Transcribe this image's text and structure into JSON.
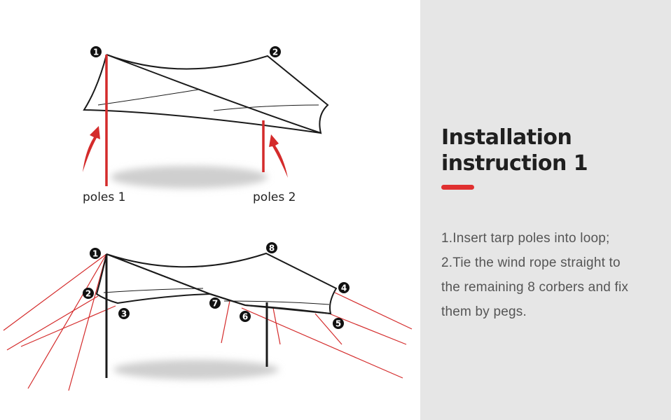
{
  "diagram": {
    "top_labels": {
      "pole1": "poles 1",
      "pole2": "poles 2"
    },
    "top_markers": [
      "1",
      "2"
    ],
    "bottom_markers": [
      "1",
      "2",
      "3",
      "4",
      "5",
      "6",
      "7",
      "8"
    ],
    "colors": {
      "pole": "#d42b2b",
      "rope": "#d42b2b",
      "outline": "#1a1a1a",
      "shadow": "#d0d0d0"
    }
  },
  "panel": {
    "heading_line1": "Installation",
    "heading_line2": "instruction 1",
    "accent_color": "#e03030",
    "steps": [
      "1.Insert tarp poles into loop;",
      "2.Tie the wind rope straight to",
      "the remaining 8 corbers and fix",
      "them by pegs."
    ]
  }
}
